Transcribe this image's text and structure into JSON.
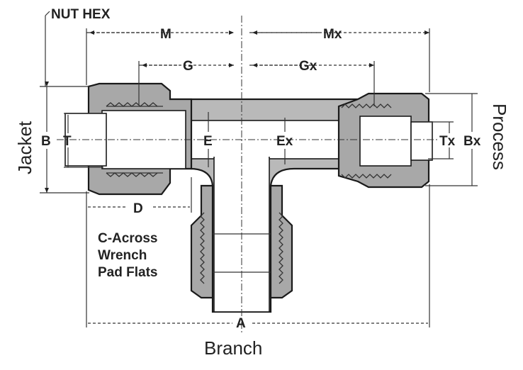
{
  "labels": {
    "nut_hex": "NUT HEX",
    "m": "M",
    "mx": "Mx",
    "g": "G",
    "gx": "Gx",
    "b": "B",
    "t": "T",
    "e": "E",
    "ex": "Ex",
    "tx": "Tx",
    "bx": "Bx",
    "d": "D",
    "a": "A",
    "c_across_line1": "C-Across",
    "c_across_line2": "Wrench",
    "c_across_line3": "Pad Flats",
    "jacket": "Jacket",
    "process": "Process",
    "branch": "Branch"
  }
}
